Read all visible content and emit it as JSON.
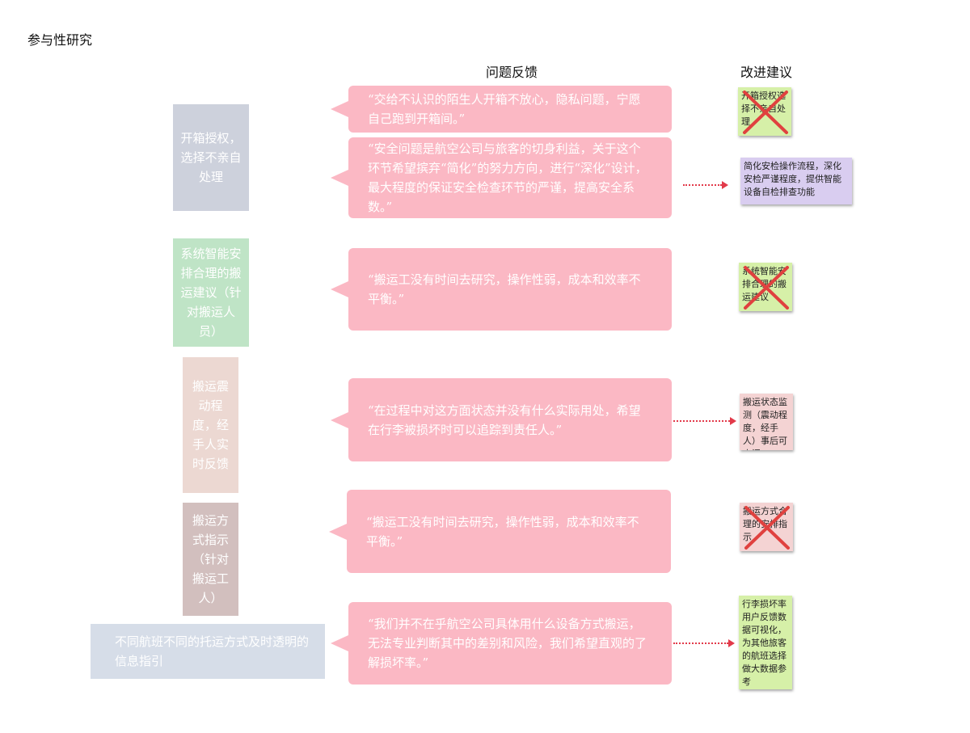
{
  "title": "参与性研究",
  "headers": {
    "feedback": "问题反馈",
    "suggestion": "改进建议"
  },
  "colors": {
    "bubble": "#fbb8c4",
    "arrow": "#e23a4a",
    "cross": "#e0413f",
    "box1": "#cdd1dc",
    "box2": "#bfe4c6",
    "box3": "#ecd8d2",
    "box4": "#d2bfbe",
    "box5": "#d6dde8",
    "note_green": "#d6f0a8",
    "note_purple": "#d9cdf0",
    "note_pink": "#f4d3d3"
  },
  "topics": [
    "开箱授权，选择不亲自处理",
    "系统智能安排合理的搬运建议（针对搬运人员）",
    "搬运震动程度，经手人实时反馈",
    "搬运方式指示（针对搬运工人）",
    "不同航班不同的托运方式及时透明的信息指引"
  ],
  "feedback": [
    "“交给不认识的陌生人开箱不放心，隐私问题，宁愿自己跑到开箱间。”",
    "“安全问题是航空公司与旅客的切身利益，关于这个环节希望摈弃“简化”的努力方向，进行“深化”设计，最大程度的保证安全检查环节的严谨，提高安全系数。”",
    "“搬运工没有时间去研究，操作性弱，成本和效率不平衡。”",
    "“在过程中对这方面状态并没有什么实际用处，希望在行李被损坏时可以追踪到责任人。”",
    "“搬运工没有时间去研究，操作性弱，成本和效率不平衡。”",
    "“我们并不在乎航空公司具体用什么设备方式搬运，无法专业判断其中的差别和风险，我们希望直观的了解损坏率。”"
  ],
  "suggestions": [
    {
      "text": "开箱授权选择不亲自处理",
      "rejected": true
    },
    {
      "text": "简化安检操作流程，深化安检严谨程度，提供智能设备自检排查功能",
      "rejected": false
    },
    {
      "text": "系统智能安排合理的搬运建议",
      "rejected": true
    },
    {
      "text": "搬运状态监测（震动程度，经手人）事后可查阅",
      "rejected": false
    },
    {
      "text": "搬运方式合理的安排指示",
      "rejected": true
    },
    {
      "text": "行李损坏率用户反馈数据可视化，为其他旅客的航班选择做大数据参考",
      "rejected": false
    }
  ]
}
